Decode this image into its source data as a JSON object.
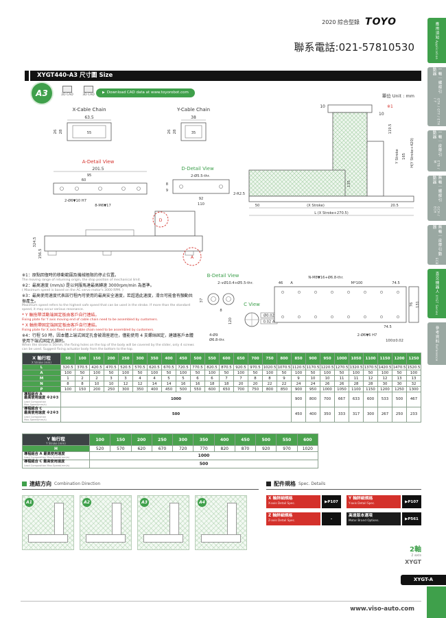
{
  "page": {
    "catalog": "2020 綜合型錄",
    "brand": "TOYO",
    "phone": "聯系電話:021-57810530",
    "unit": "單位 Unit : mm",
    "website": "www.viso-auto.com"
  },
  "header": {
    "title": "XYGT440-A3 尺寸圖 Size"
  },
  "cad": {
    "badge": "A3",
    "cad2d": "2D CAD",
    "cad3d": "3D CAD",
    "download_icon": "▶",
    "download": "Download CAD data at www.toyorobot.com"
  },
  "drawing": {
    "x_chain_title": "X-Cable Chain",
    "x_chain_d1": "63.5",
    "x_chain_d2": "55",
    "x_chain_d3": "28",
    "x_chain_d4": "26",
    "y_chain_title": "Y-Cable Chain",
    "y_chain_d1": "38",
    "y_chain_d2": "35",
    "y_chain_d3": "28",
    "y_chain_d4": "26",
    "a_title": "A-Detail View",
    "a_d1": "201.5",
    "a_d2": "95",
    "a_d3": "60",
    "a_d4": "2-Ø6▼10 H7",
    "a_d5": "8-M6▼17",
    "d_title": "D-Detail View",
    "d_d1": "2-Ø5.5-thr.",
    "d_d2": "9",
    "d_d3": "92",
    "d_d4": "110",
    "d_d5": "2-R2.5",
    "d_d6": "8",
    "m_d1": "10",
    "m_ref1": "※1",
    "m_d2": "119.5",
    "m_d3": "Y Stroke",
    "m_d4": "165",
    "m_d5": "H(Y Stroke+420)",
    "m_d6": "135",
    "m_d7": "50",
    "m_d8": "(X Stroke)",
    "m_d9": "20.5",
    "m_d10": "L (X Stroke+270.5)",
    "m_d11": "10",
    "s_d1": "324.5",
    "s_d2": "156.5",
    "s_c1": "D",
    "s_c2": "A",
    "b_title": "B-Detail View",
    "b_d1": "2-∨Ø10.4+Ø5.5-thr.",
    "b_d2": "37",
    "b_d3": "8",
    "b_d4": "120",
    "b_d5": "4-Ø9",
    "b_d6": "Ø6.8-thr.",
    "c_title": "C View",
    "c_t1": "Ø0.02",
    "c_t2": "0.02 A",
    "bt_d1": "46",
    "bt_d2": "A",
    "bt_d3": "M*100",
    "bt_d4": "74.5",
    "bt_d5": "N-M8▼16+Ø6.8-thr.",
    "bt_d6": "2-Ø6▼6 H7",
    "bt_d7": "100±0.02",
    "bt_d8": "76",
    "bt_d9": "131",
    "bt_d10": "74.5"
  },
  "notes": [
    {
      "cn": "※1：原點回復時的移動範圍及機械極限的停止位置。",
      "en": "The moving range of returning origin, the stop position of mechanical limit."
    },
    {
      "cn": "※2：最高速度 (mm/s) 是以伺服馬達最高轉速 3000rpm/min 為基準。",
      "en": "( Maximum speed is based on the AC servo motor's 3000 RPM. )"
    },
    {
      "cn": "※3：最高使用速度代表該行程內可使用的最高安全速度，若超過此速度，滑台可能會有顫動共振產生。",
      "en": "Maximum speed refers to the highest safe speed that can be used in the stroke. If more than the standard speed, it may occur serious resonance."
    },
    {
      "cn": "* Y 軸拖帶活動端固定板由客戶自行連結。",
      "en": "Fixing plate for Y axis moving end of cable chain need to be assembled by customers."
    },
    {
      "cn": "* X 軸拖帶固定端固定板由客戶自行連結。",
      "en": "Fixing plate for X axis fixed end of cable chain need to be assembled by customers."
    },
    {
      "cn": "※4：行程 50 時，因本體上端式固定孔會被滑座遮住，僅能使用 4 支螺絲固定，建議客戶本體使用下端式固定孔鎖附。",
      "en": "When the stroke is 50mm, the fixing holes on the top of the body will be covered by the slider, only 4 screws can be used. Suggest fixing actuator body from the bottom to the top."
    }
  ],
  "x_table": {
    "header": "X 軸行程",
    "header_sub": "X Stroke (mm)",
    "strokes": [
      50,
      100,
      150,
      200,
      250,
      300,
      350,
      400,
      450,
      500,
      550,
      600,
      650,
      700,
      750,
      800,
      850,
      900,
      950,
      1000,
      1050,
      1100,
      1150,
      1200,
      1250
    ],
    "rows": [
      {
        "label": "L",
        "values": [
          320.5,
          370.5,
          420.5,
          470.5,
          520.5,
          570.5,
          620.5,
          670.5,
          720.5,
          770.5,
          820.5,
          870.5,
          920.5,
          970.5,
          1020.5,
          1070.5,
          1120.5,
          1170.5,
          1220.5,
          1270.5,
          1320.5,
          1370.5,
          1420.5,
          1470.5,
          1520.5
        ]
      },
      {
        "label": "A",
        "values": [
          100,
          50,
          100,
          50,
          100,
          50,
          100,
          50,
          100,
          50,
          100,
          50,
          100,
          50,
          100,
          50,
          100,
          50,
          100,
          50,
          100,
          50,
          100,
          50,
          100
        ]
      },
      {
        "label": "M",
        "values": [
          1,
          2,
          2,
          3,
          3,
          4,
          4,
          5,
          5,
          6,
          6,
          7,
          7,
          8,
          8,
          9,
          9,
          10,
          10,
          11,
          11,
          12,
          12,
          13,
          13
        ]
      },
      {
        "label": "N",
        "values": [
          8,
          8,
          10,
          10,
          12,
          12,
          14,
          14,
          16,
          16,
          18,
          18,
          20,
          20,
          22,
          22,
          24,
          24,
          26,
          26,
          28,
          28,
          30,
          30,
          32
        ]
      },
      {
        "label": "P",
        "values": [
          100,
          150,
          200,
          250,
          300,
          350,
          400,
          450,
          500,
          550,
          600,
          650,
          700,
          750,
          800,
          850,
          900,
          950,
          1000,
          1050,
          1100,
          1150,
          1200,
          1250,
          1300
        ]
      }
    ],
    "speed_rows": [
      {
        "l1": "導程組合 A",
        "l2": "最高使用速度 ※2※3",
        "sub": "Lead Composition Max.Speed(mm/s)",
        "merged": "1000",
        "merge_span": 16,
        "tail": [
          900,
          800,
          700,
          667,
          633,
          600,
          533,
          500,
          467
        ]
      },
      {
        "l1": "導程組合 C",
        "l2": "最高使用速度 ※2※3",
        "sub": "Lead Composition Max.Speed(mm/s)",
        "merged": "500",
        "merge_span": 16,
        "tail": [
          450,
          400,
          350,
          333,
          317,
          300,
          267,
          250,
          233
        ]
      }
    ]
  },
  "y_table": {
    "header": "Y 軸行程",
    "header_sub": "Y Stroke (mm)",
    "strokes": [
      100,
      150,
      200,
      250,
      300,
      350,
      400,
      450,
      500,
      550,
      600
    ],
    "rows": [
      {
        "label": "H",
        "values": [
          520,
          570,
          620,
          670,
          720,
          770,
          820,
          870,
          920,
          970,
          1020
        ]
      }
    ],
    "speed_rows": [
      {
        "l1": "導程組合 A 最高使用速度",
        "sub": "Lead Composition Max.Speed(mm/s)",
        "merged": "1000"
      },
      {
        "l1": "導程組合 C 最高使用速度",
        "sub": "Lead Composition Max.Speed(mm/s)",
        "merged": "500"
      }
    ]
  },
  "combination": {
    "title_cn": "連結方向",
    "title_en": "Combination Direction",
    "items": [
      "A1",
      "A2",
      "A3",
      "A4"
    ]
  },
  "specs": {
    "title_cn": "配件規格",
    "title_en": "Spec. Details",
    "items": [
      {
        "cn": "X 軸詳細規格",
        "en": "X-axis Detail Spec.",
        "page": "▶P107",
        "style": "red"
      },
      {
        "cn": "Y 軸詳細規格",
        "en": "Y-axis Detail Spec.",
        "page": "▶P107",
        "style": "red"
      },
      {
        "cn": "Z 軸詳細規格",
        "en": "Z-axis Detail Spec.",
        "page": "-",
        "style": "red"
      },
      {
        "cn": "高速版本選項",
        "en": "Motor Brand Options.",
        "page": "▶P561",
        "style": "black"
      }
    ]
  },
  "sidebar": {
    "tabs": [
      {
        "cn": "應用須知",
        "en": "Application",
        "active": true
      },
      {
        "cn": "一軸｜螺桿引動器",
        "en": "GTH / GTY / ETH / Y",
        "active": false
      },
      {
        "cn": "一軸｜皮帶引動器",
        "en": "ETB / M",
        "active": false
      },
      {
        "cn": "無軸｜螺桿引動器",
        "en": "GCH / ECH",
        "active": false
      },
      {
        "cn": "無軸｜皮帶引動器",
        "en": "ECB",
        "active": false
      },
      {
        "cn": "直交機器人",
        "en": "XYGT Series",
        "active": true
      },
      {
        "cn": "參考資料",
        "en": "Reference",
        "active": false
      }
    ]
  },
  "footer": {
    "axis": "2軸",
    "axis_en": "2 axis",
    "series": "XYGT",
    "model_tab": "XYGT-A"
  }
}
